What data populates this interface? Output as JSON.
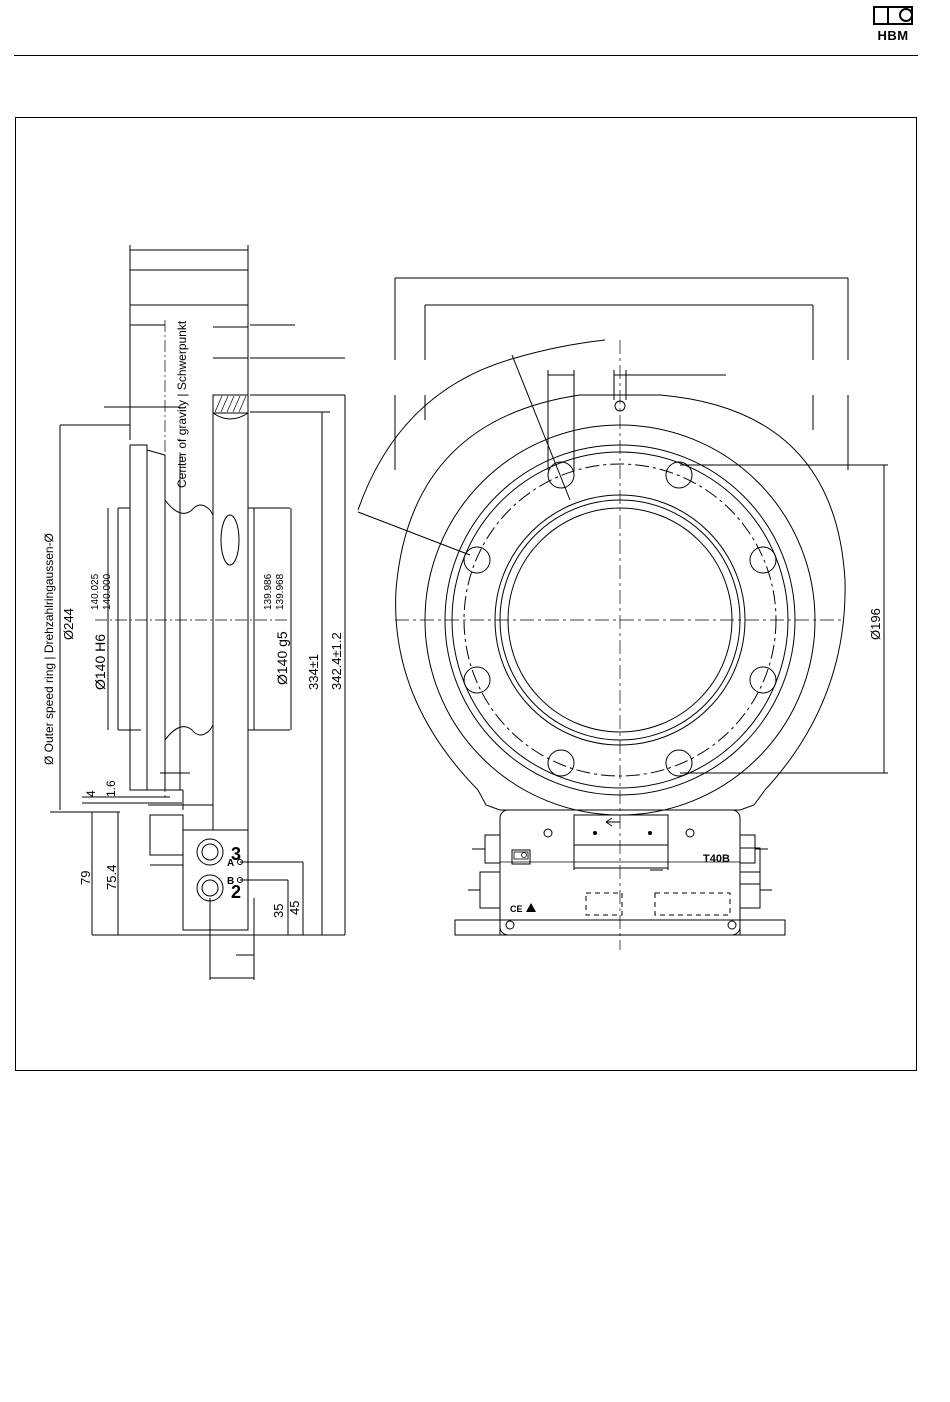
{
  "header": {
    "logo_text": "HBM"
  },
  "side_view": {
    "label_center_gravity": "Center of gravity | Schwerpunkt",
    "label_outer_ring": "Ø Outer speed ring | Drehzahlringaussen-Ø",
    "dim_244": "Ø244",
    "dim_140_h6": "Ø140 H6",
    "tol_h6_upper": "140.025",
    "tol_h6_lower": "140.000",
    "dim_140_g5": "Ø140 g5",
    "tol_g5_upper": "139.986",
    "tol_g5_lower": "139.968",
    "dim_334": "334±1",
    "dim_342": "342.4±1.2",
    "dim_4": "4",
    "dim_1_6": "1.6",
    "dim_79": "79",
    "dim_75_4": "75.4",
    "dim_35": "35",
    "dim_45": "45",
    "conn_3": "3",
    "conn_2": "2",
    "conn_a": "A",
    "conn_b": "B"
  },
  "front_view": {
    "dim_196": "Ø196",
    "model_label": "T40B"
  }
}
